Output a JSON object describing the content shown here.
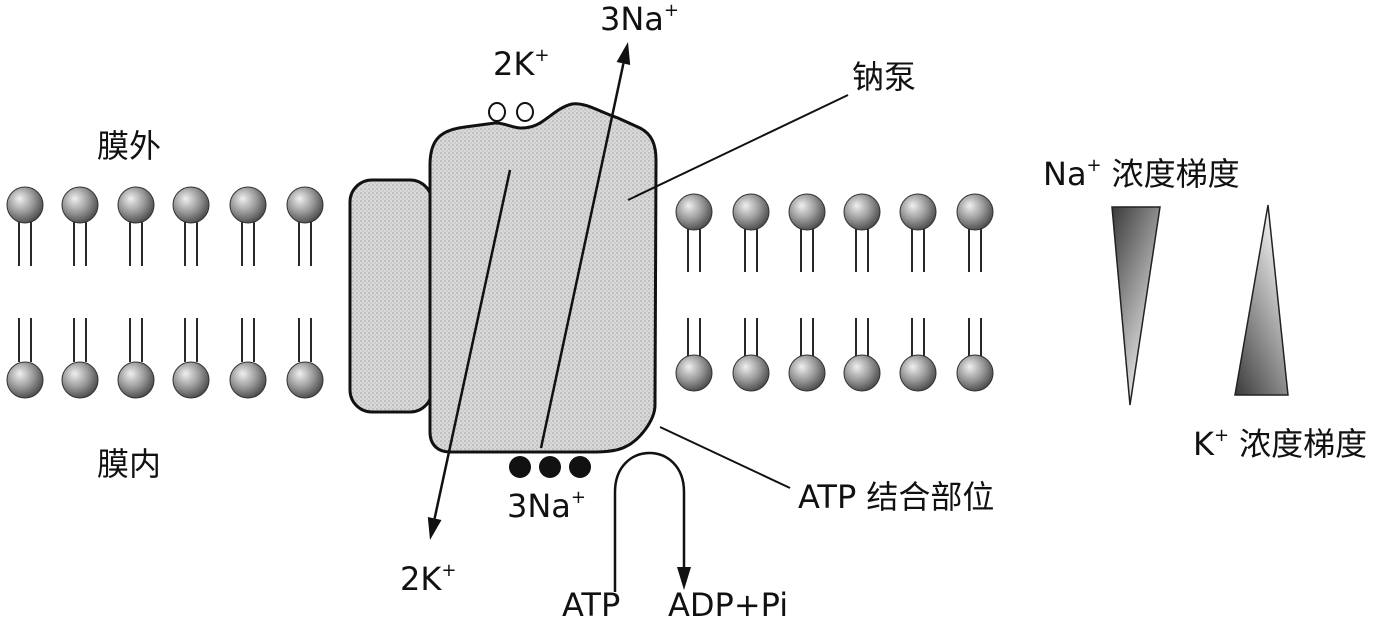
{
  "labels": {
    "top_na": {
      "base": "3Na",
      "sup": "+"
    },
    "top_k": {
      "base": "2K",
      "sup": "+"
    },
    "pump": "钠泵",
    "outside": "膜外",
    "inside": "膜内",
    "na_gradient": {
      "base": "Na",
      "sup": "+",
      "text": "浓度梯度"
    },
    "k_gradient": {
      "base": "K",
      "sup": "+",
      "text": "浓度梯度"
    },
    "bottom_na": {
      "base": "3Na",
      "sup": "+"
    },
    "bottom_k": {
      "base": "2K",
      "sup": "+"
    },
    "atp_site": "ATP 结合部位",
    "atp": "ATP",
    "adp": "ADP+Pi"
  }
}
